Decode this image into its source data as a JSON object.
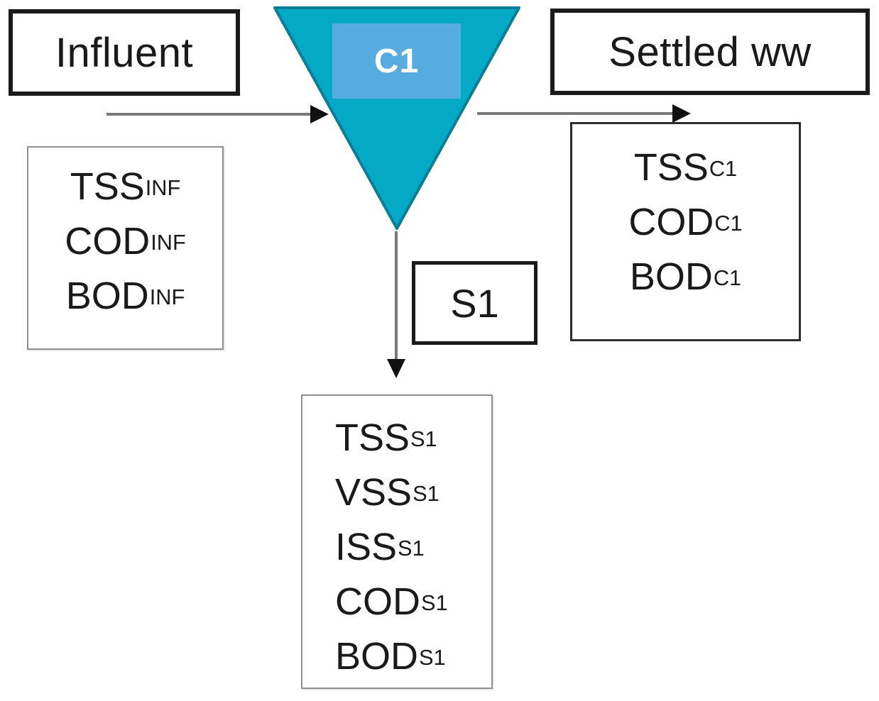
{
  "diagram": {
    "influent": {
      "label": "Influent"
    },
    "clarifier": {
      "label": "C1"
    },
    "settled": {
      "label": "Settled ww"
    },
    "sludge": {
      "label": "S1"
    },
    "influent_params": {
      "items": [
        {
          "base": "TSS",
          "sub": "INF"
        },
        {
          "base": "COD",
          "sub": "INF"
        },
        {
          "base": "BOD",
          "sub": "INF"
        }
      ]
    },
    "settled_params": {
      "items": [
        {
          "base": "TSS",
          "sub": "C1"
        },
        {
          "base": "COD",
          "sub": "C1"
        },
        {
          "base": "BOD",
          "sub": "C1"
        }
      ]
    },
    "sludge_params": {
      "items": [
        {
          "base": "TSS",
          "sub": "S1"
        },
        {
          "base": "VSS",
          "sub": "S1"
        },
        {
          "base": "ISS",
          "sub": "S1"
        },
        {
          "base": "COD",
          "sub": "S1"
        },
        {
          "base": "BOD",
          "sub": "S1"
        }
      ]
    },
    "colors": {
      "clarifier_fill": "#04a9c6",
      "clarifier_stroke": "#0a7e96",
      "clarifier_label_bg": "#56ace0",
      "arrow_line": "#787878",
      "arrowhead": "#111111"
    }
  }
}
